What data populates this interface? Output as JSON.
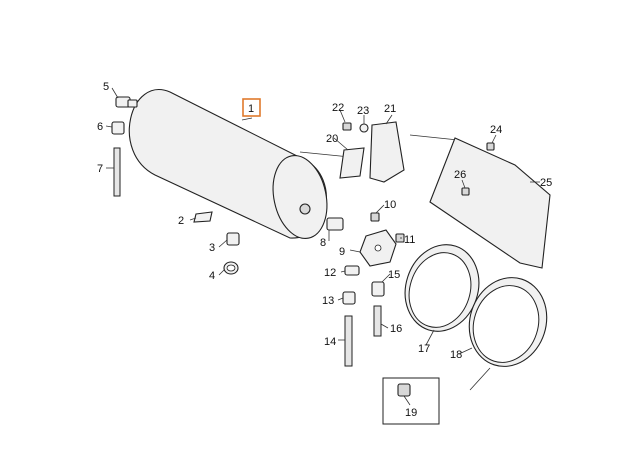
{
  "diagram": {
    "highlight_color": "#e07a2c",
    "highlighted_part": "1",
    "labels": {
      "p1": "1",
      "p2": "2",
      "p3": "3",
      "p4": "4",
      "p5": "5",
      "p6": "6",
      "p7": "7",
      "p8": "8",
      "p9": "9",
      "p10": "10",
      "p11": "11",
      "p12": "12",
      "p13": "13",
      "p14": "14",
      "p15": "15",
      "p16": "16",
      "p17": "17",
      "p18": "18",
      "p19": "19",
      "p20": "20",
      "p21": "21",
      "p22": "22",
      "p23": "23",
      "p24": "24",
      "p25": "25",
      "p26": "26"
    }
  }
}
